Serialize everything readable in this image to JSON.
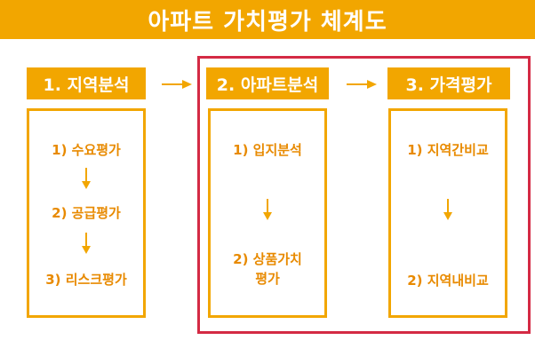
{
  "title": "아파트 가치평가 체계도",
  "colors": {
    "accent": "#f2a600",
    "item_text": "#e88a00",
    "highlight": "#d42a44"
  },
  "stages": [
    {
      "label": "1. 지역분석",
      "items": [
        "1) 수요평가",
        "2) 공급평가",
        "3) 리스크평가"
      ]
    },
    {
      "label": "2. 아파트분석",
      "items": [
        "1) 입지분석",
        "2) 상품가치\n평가"
      ]
    },
    {
      "label": "3. 가격평가",
      "items": [
        "1) 지역간비교",
        "2) 지역내비교"
      ]
    }
  ]
}
